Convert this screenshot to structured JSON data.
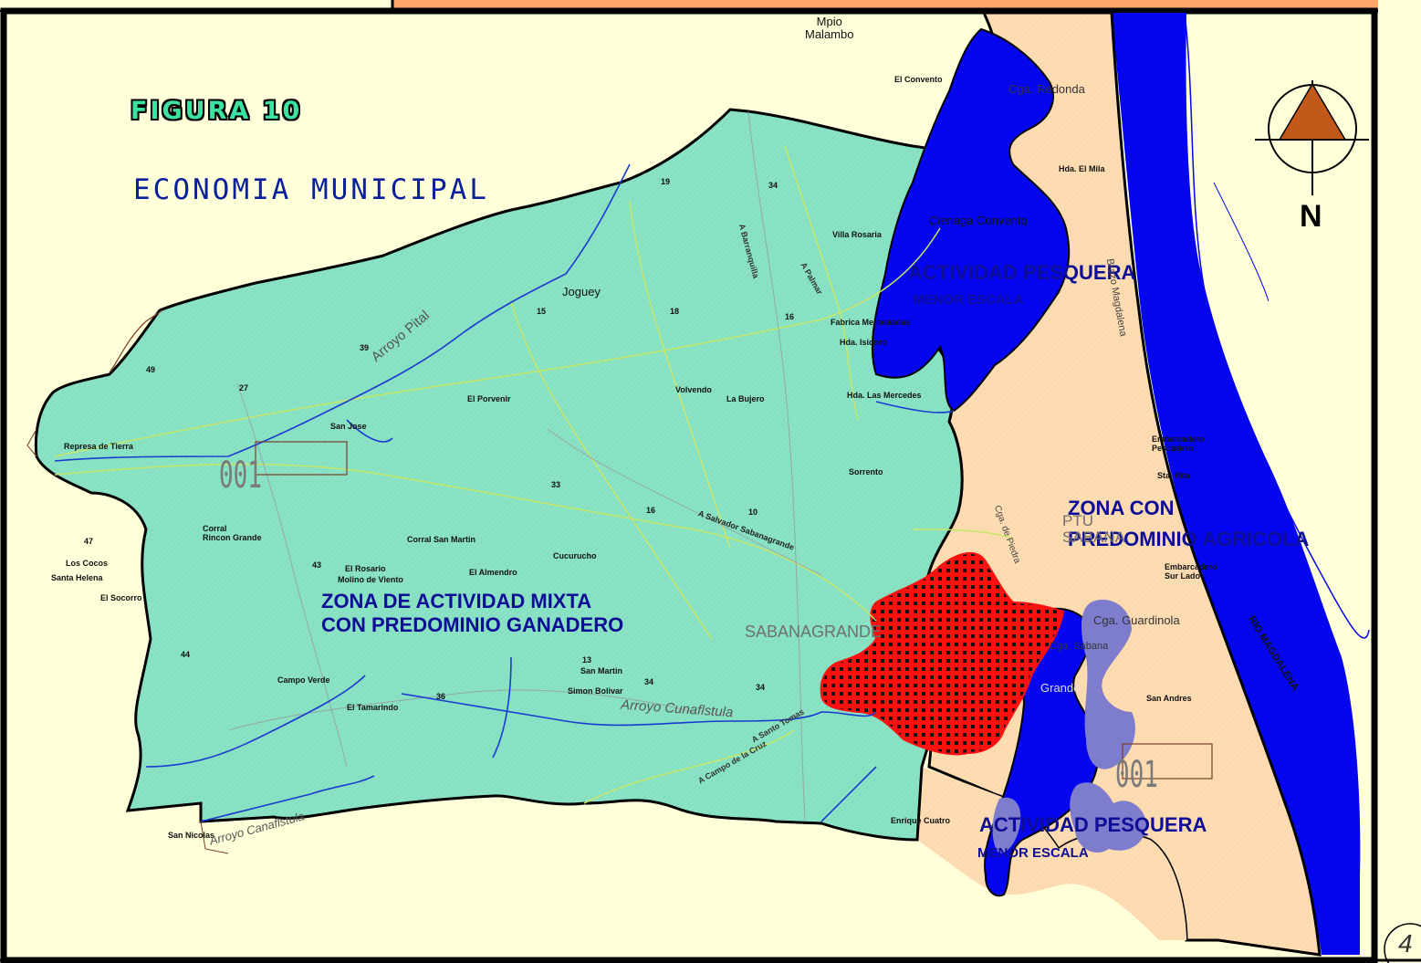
{
  "title": "FIGURA 10",
  "subtitle": "ECONOMIA MUNICIPAL",
  "north_label": "N",
  "page_number": "4",
  "zones": {
    "ganadero": [
      "ZONA DE ACTIVIDAD MIXTA",
      "CON PREDOMINIO GANADERO"
    ],
    "agricola": [
      "ZONA CON",
      "PREDOMINIO AGRICOLA"
    ],
    "pesquera_north": {
      "title": "ACTIVIDAD PESQUERA",
      "subtitle": "MENOR ESCALA"
    },
    "pesquera_south": {
      "title": "ACTIVIDAD PESQUERA",
      "subtitle": "MENOR ESCALA"
    }
  },
  "labels": {
    "mpio_malambo": [
      "Mpio",
      "Malambo"
    ],
    "el_convento": "El Convento",
    "cga_redonda": "Cga. Redonda",
    "hda_el_mila": "Hda. El Mila",
    "cienaga_convento": "Cienaga  Convento",
    "villa_rosaria": "Villa Rosaria",
    "joguey": "Joguey",
    "fabrica": "Fabrica Mercedarias",
    "hda_isidoro": "Hda. Isidoro",
    "hda_las_mercedes": "Hda. Las Mercedes",
    "volvendo": "Volvendo",
    "la_bujero": "La Bujero",
    "el_porvenir": "El Porvenir",
    "san_jose": "San Jose",
    "represa_de_tierra": "Represa de Tierra",
    "sorrento": "Sorrento",
    "corral_rincon_grande": [
      "Corral",
      "Rincon Grande"
    ],
    "corral_san_martin": "Corral San Martin",
    "el_rosario": "El Rosario",
    "molino_de_viento": "Molino de Viento",
    "el_almendro": "El Almendro",
    "cucurucho": "Cucurucho",
    "los_cocos": "Los Cocos",
    "santa_helena": "Santa Helena",
    "el_socorro": "El Socorro",
    "sabanagrande": "SABANAGRANDE",
    "san_martin": "San Martin",
    "campo_verde": "Campo Verde",
    "el_tamarindo": "El Tamarindo",
    "simon_bolivar": "Simon Bolivar",
    "arroyo_cunaflstula": "Arroyo Cunaflstula",
    "arroyo_pital": "Arroyo Pital",
    "san_nicolas": "San Nicolas",
    "arroyo_canaflstula": "Arroyo Canaflstula",
    "ptu_sabana": [
      "PTU",
      "SABANA"
    ],
    "cga_guardinola": "Cga. Guardinola",
    "cga_sabana": "Cga. Sabana",
    "grande": "Grande",
    "san_andres": "San Andres",
    "embarcadero_pescadero": [
      "Embarcadero",
      "Pescadero"
    ],
    "santa_rita": "Sta. Rita",
    "embarcadero_sur": [
      "Embarcadero",
      "Sur Lado"
    ],
    "rio_magdalena": "RIO MAGDALENA",
    "brazo_magdalena": "Brazo Magdalena",
    "cga_de_piedra": "Cga. de Piedra",
    "a_salvador": "A Salvador Sabanagrande",
    "a_barranquilla": "A Barranquilla",
    "a_palmar": "A Palmar",
    "a_campo_de_la_cruz": "A Campo de la Cruz",
    "a_santo_tomas": "A Santo Tomas",
    "enrique_cuatro": "Enrique Cuatro",
    "sheet_code_west": "001",
    "sheet_code_east": "001",
    "numbers": [
      "19",
      "34",
      "15",
      "18",
      "16",
      "39",
      "49",
      "27",
      "33",
      "16",
      "10",
      "47",
      "43",
      "44",
      "13",
      "34",
      "34",
      "36"
    ]
  },
  "colors": {
    "ganadero": "#8ae3c4",
    "agricola": "#ffddb3",
    "water": "#0505ef",
    "urban": "#ff1010",
    "swamp": "#7e7ccd",
    "frame_bg": "#ffffd9",
    "compass": "#c2591a",
    "title_bar": "#ffa86a"
  }
}
